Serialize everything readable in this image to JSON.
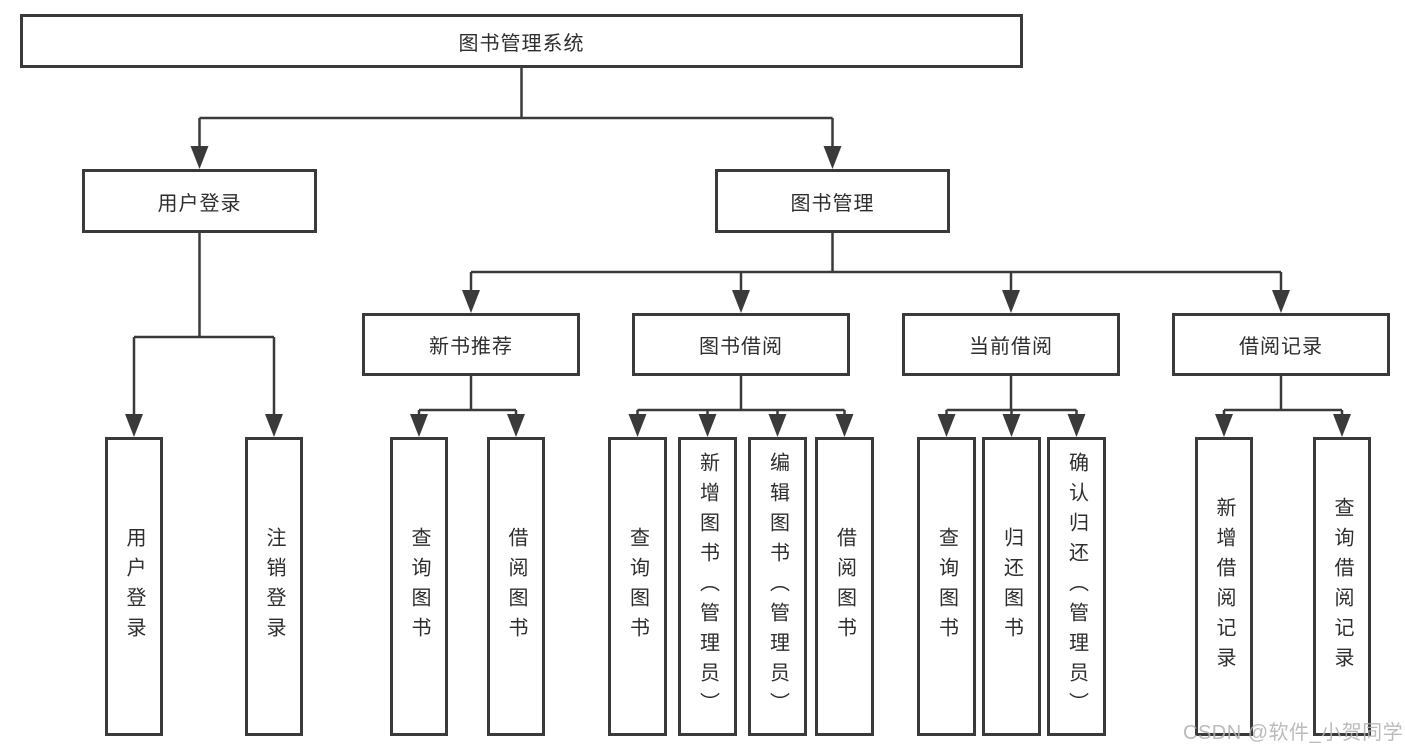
{
  "diagram": {
    "root": {
      "label": "图书管理系统"
    },
    "branches": [
      {
        "label": "用户登录",
        "children": [
          {
            "label": "用户登录"
          },
          {
            "label": "注销登录"
          }
        ]
      },
      {
        "label": "图书管理",
        "children": [
          {
            "label": "新书推荐",
            "children": [
              {
                "label": "查询图书"
              },
              {
                "label": "借阅图书"
              }
            ]
          },
          {
            "label": "图书借阅",
            "children": [
              {
                "label": "查询图书"
              },
              {
                "label": "新增图书（管理员）"
              },
              {
                "label": "编辑图书（管理员）"
              },
              {
                "label": "借阅图书"
              }
            ]
          },
          {
            "label": "当前借阅",
            "children": [
              {
                "label": "查询图书"
              },
              {
                "label": "归还图书"
              },
              {
                "label": "确认归还（管理员）"
              }
            ]
          },
          {
            "label": "借阅记录",
            "children": [
              {
                "label": "新增借阅记录"
              },
              {
                "label": "查询借阅记录"
              }
            ]
          }
        ]
      }
    ]
  },
  "watermark": {
    "text": "CSDN @软件_小贺同学"
  },
  "colors": {
    "line": "#3a3a3a",
    "box_border": "#3a3a3a",
    "text": "#2e2e2e",
    "box_background": "#ffffff",
    "page_background": "#ffffff",
    "watermark": "#b2b2b2"
  }
}
